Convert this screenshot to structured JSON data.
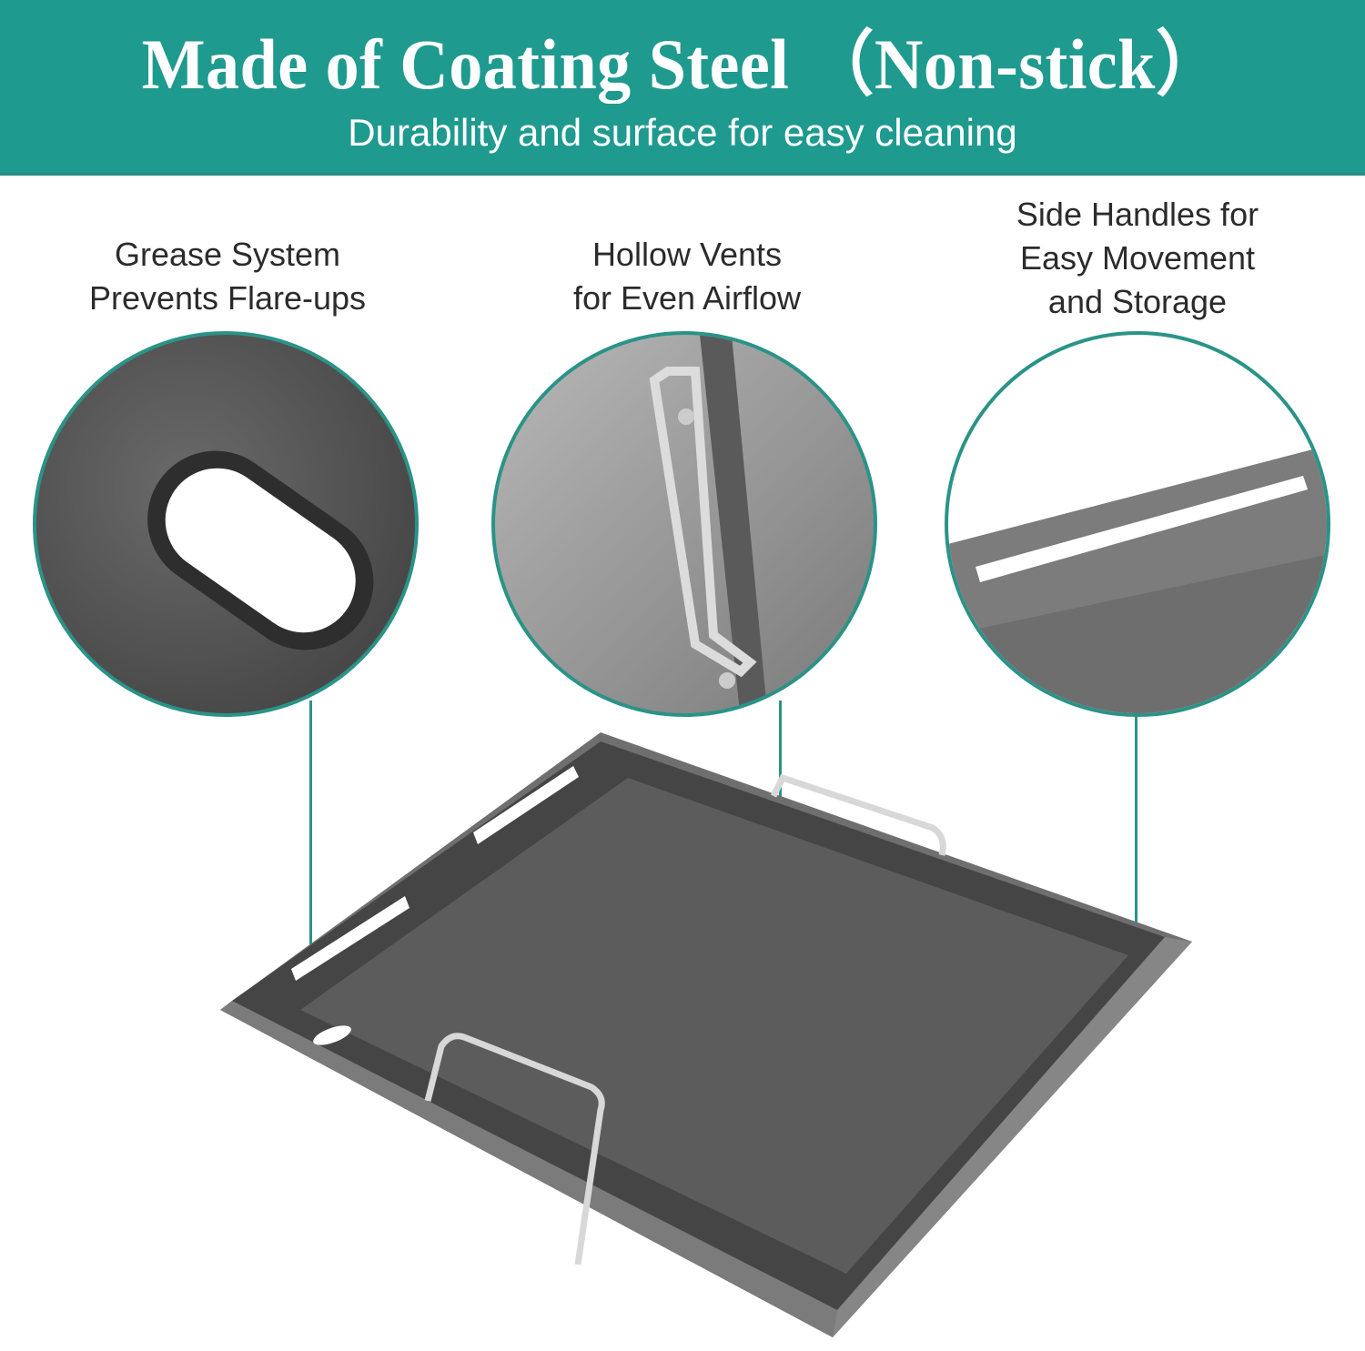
{
  "banner": {
    "title": "Made of Coating Steel （Non-stick）",
    "subtitle": "Durability and surface for easy cleaning",
    "background_color": "#1f9a8f"
  },
  "features": [
    {
      "label_lines": [
        "Grease System",
        "Prevents Flare-ups"
      ],
      "detail_image": "grease-hole-closeup"
    },
    {
      "label_lines": [
        "Hollow Vents",
        "for Even Airflow"
      ],
      "detail_image": "handle-closeup"
    },
    {
      "label_lines": [
        "Side Handles for",
        "Easy Movement",
        "and Storage"
      ],
      "detail_image": "vent-slot-closeup"
    }
  ],
  "accent_color": "#2a9388",
  "product": "griddle-tray-with-handles"
}
